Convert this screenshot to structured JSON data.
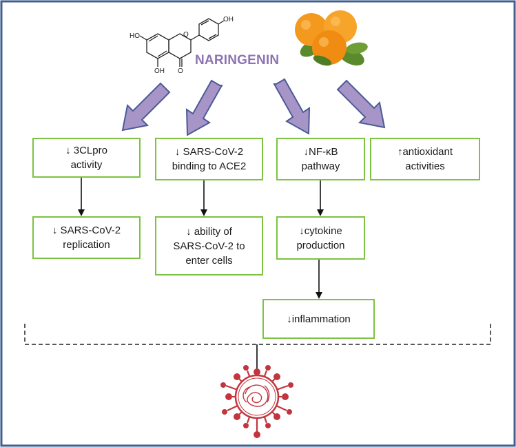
{
  "title": "NARINGENIN",
  "molecule": {
    "labels": [
      "HO",
      "OH",
      "OH",
      "O",
      "O"
    ]
  },
  "boxes": {
    "clpro": "↓ 3CLpro\nactivity",
    "ace2": "↓ SARS-CoV-2\nbinding to ACE2",
    "nfkb": "↓NF-κB\npathway",
    "antioxidant": "↑antioxidant\nactivities",
    "replication": "↓ SARS-CoV-2\nreplication",
    "enter": "↓ ability of\nSARS-CoV-2 to\nenter cells",
    "cytokine": "↓cytokine\nproduction",
    "inflammation": "↓inflammation"
  },
  "colors": {
    "frame": "#3f5f8f",
    "box_border": "#7dc242",
    "title": "#8e73b3",
    "big_arrow_fill": "#a895c8",
    "big_arrow_stroke": "#4a5a96",
    "virus": "#c4343f",
    "orange": "#f39a1e",
    "leaf": "#5b8a2e"
  },
  "icons": [
    "naringenin-structure-icon",
    "oranges-icon",
    "virus-icon"
  ]
}
